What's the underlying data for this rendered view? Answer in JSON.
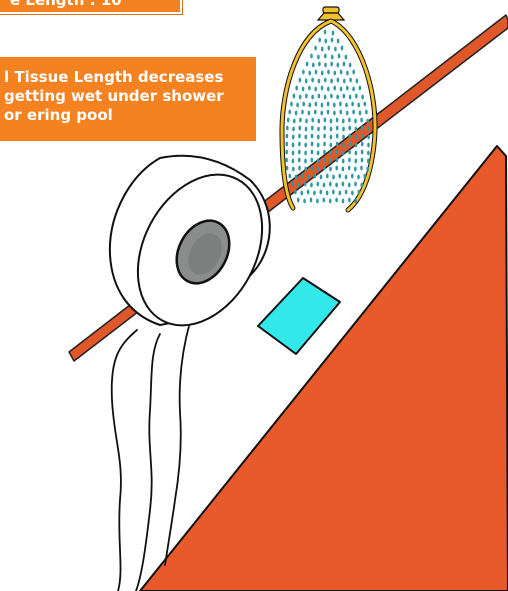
{
  "hud": {
    "length_counter": "e Length : 10",
    "hint_text": "l Tissue Length decreases getting wet under shower or ering pool"
  },
  "colors": {
    "panel_orange": "#f58220",
    "pole_orange": "#e0572a",
    "ramp_orange": "#e8592b",
    "hazard_cyan": "#33e8e8",
    "shower_gold": "#f2c12e",
    "droplet_teal": "#2a9aa3",
    "roll_core_gray": "#8a8d8c"
  },
  "icons": {
    "shower": "shower-head-icon",
    "tissue_roll": "toilet-paper-roll",
    "water_tile": "water-pool-tile",
    "ramp": "orange-ramp"
  }
}
